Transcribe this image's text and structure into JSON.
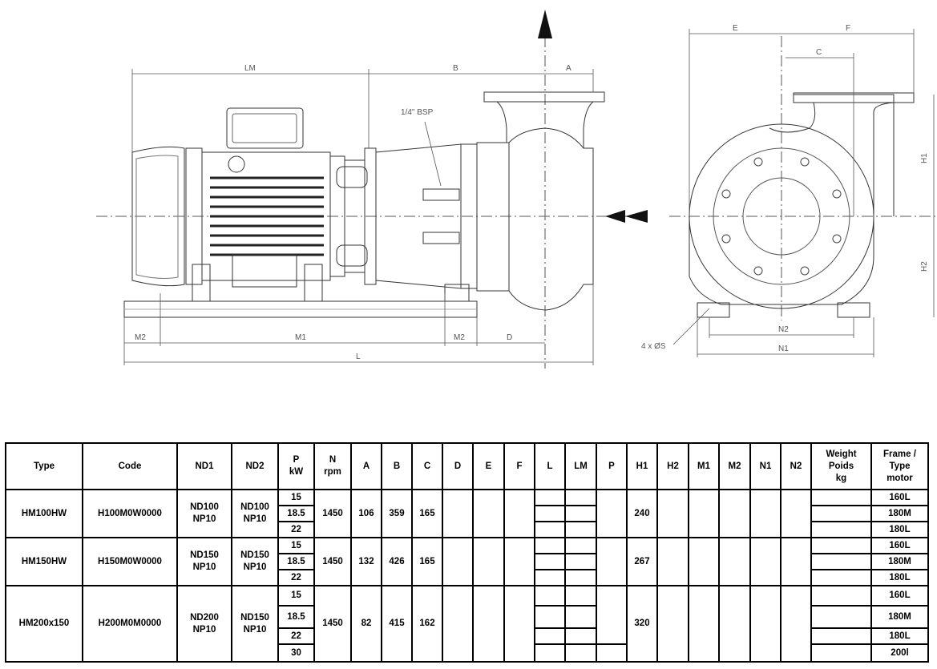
{
  "drawing": {
    "labels": {
      "LM": "LM",
      "B": "B",
      "A": "A",
      "E": "E",
      "F": "F",
      "C": "C",
      "H1": "H1",
      "H2": "H2",
      "M1": "M1",
      "M2a": "M2",
      "M2b": "M2",
      "D": "D",
      "L": "L",
      "N1": "N1",
      "N2": "N2",
      "bsp": "1/4\" BSP",
      "holes": "4 x ØS"
    }
  },
  "table": {
    "headers": [
      "Type",
      "Code",
      "ND1",
      "ND2",
      "P kW",
      "N rpm",
      "A",
      "B",
      "C",
      "D",
      "E",
      "F",
      "L",
      "LM",
      "P",
      "H1",
      "H2",
      "M1",
      "M2",
      "N1",
      "N2",
      "Weight Poids kg",
      "Frame / Type motor"
    ],
    "header_lines": {
      "P": [
        "P",
        "kW"
      ],
      "N": [
        "N",
        "rpm"
      ],
      "weight": [
        "Weight",
        "Poids",
        "kg"
      ],
      "frame": [
        "Frame /",
        "Type",
        "motor"
      ]
    },
    "rows": [
      {
        "type": "HM100HW",
        "code": "H100M0W0000",
        "nd1": [
          "ND100",
          "NP10"
        ],
        "nd2": [
          "ND100",
          "NP10"
        ],
        "kw": [
          "15",
          "18.5",
          "22"
        ],
        "rpm": "1450",
        "a": "106",
        "b": "359",
        "c": "165",
        "h1": "240",
        "frame": [
          "160L",
          "180M",
          "180L"
        ]
      },
      {
        "type": "HM150HW",
        "code": "H150M0W0000",
        "nd1": [
          "ND150",
          "NP10"
        ],
        "nd2": [
          "ND150",
          "NP10"
        ],
        "kw": [
          "15",
          "18.5",
          "22"
        ],
        "rpm": "1450",
        "a": "132",
        "b": "426",
        "c": "165",
        "h1": "267",
        "frame": [
          "160L",
          "180M",
          "180L"
        ]
      },
      {
        "type": "HM200x150",
        "code": "H200M0M0000",
        "nd1": [
          "ND200",
          "NP10"
        ],
        "nd2": [
          "ND150",
          "NP10"
        ],
        "kw": [
          "15",
          "18.5",
          "22",
          "30"
        ],
        "rpm": "1450",
        "a": "82",
        "b": "415",
        "c": "162",
        "h1": "320",
        "frame": [
          "160L",
          "180M",
          "180L",
          "200l"
        ]
      }
    ]
  }
}
